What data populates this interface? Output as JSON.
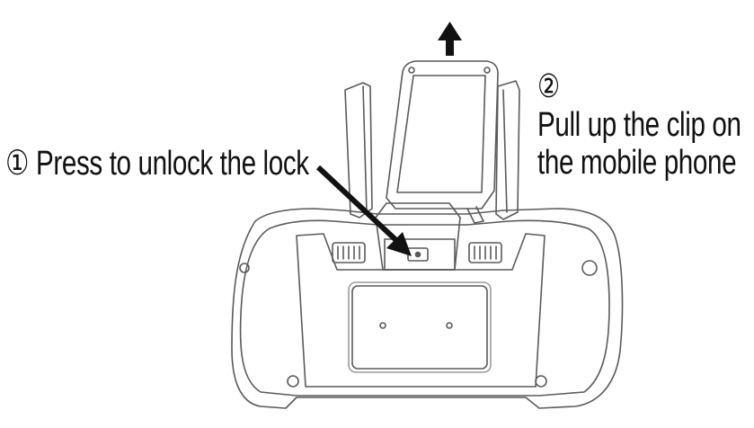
{
  "step1": {
    "marker": "①",
    "text": "Press to unlock the lock"
  },
  "step2": {
    "marker": "②",
    "line1": "Pull up the clip on",
    "line2": "the mobile phone"
  },
  "icons": {
    "push_arrow": "diagonal-arrow",
    "pull_arrow": "up-arrow"
  },
  "colors": {
    "ink": "#111111",
    "outline": "#555555",
    "background": "#ffffff"
  }
}
